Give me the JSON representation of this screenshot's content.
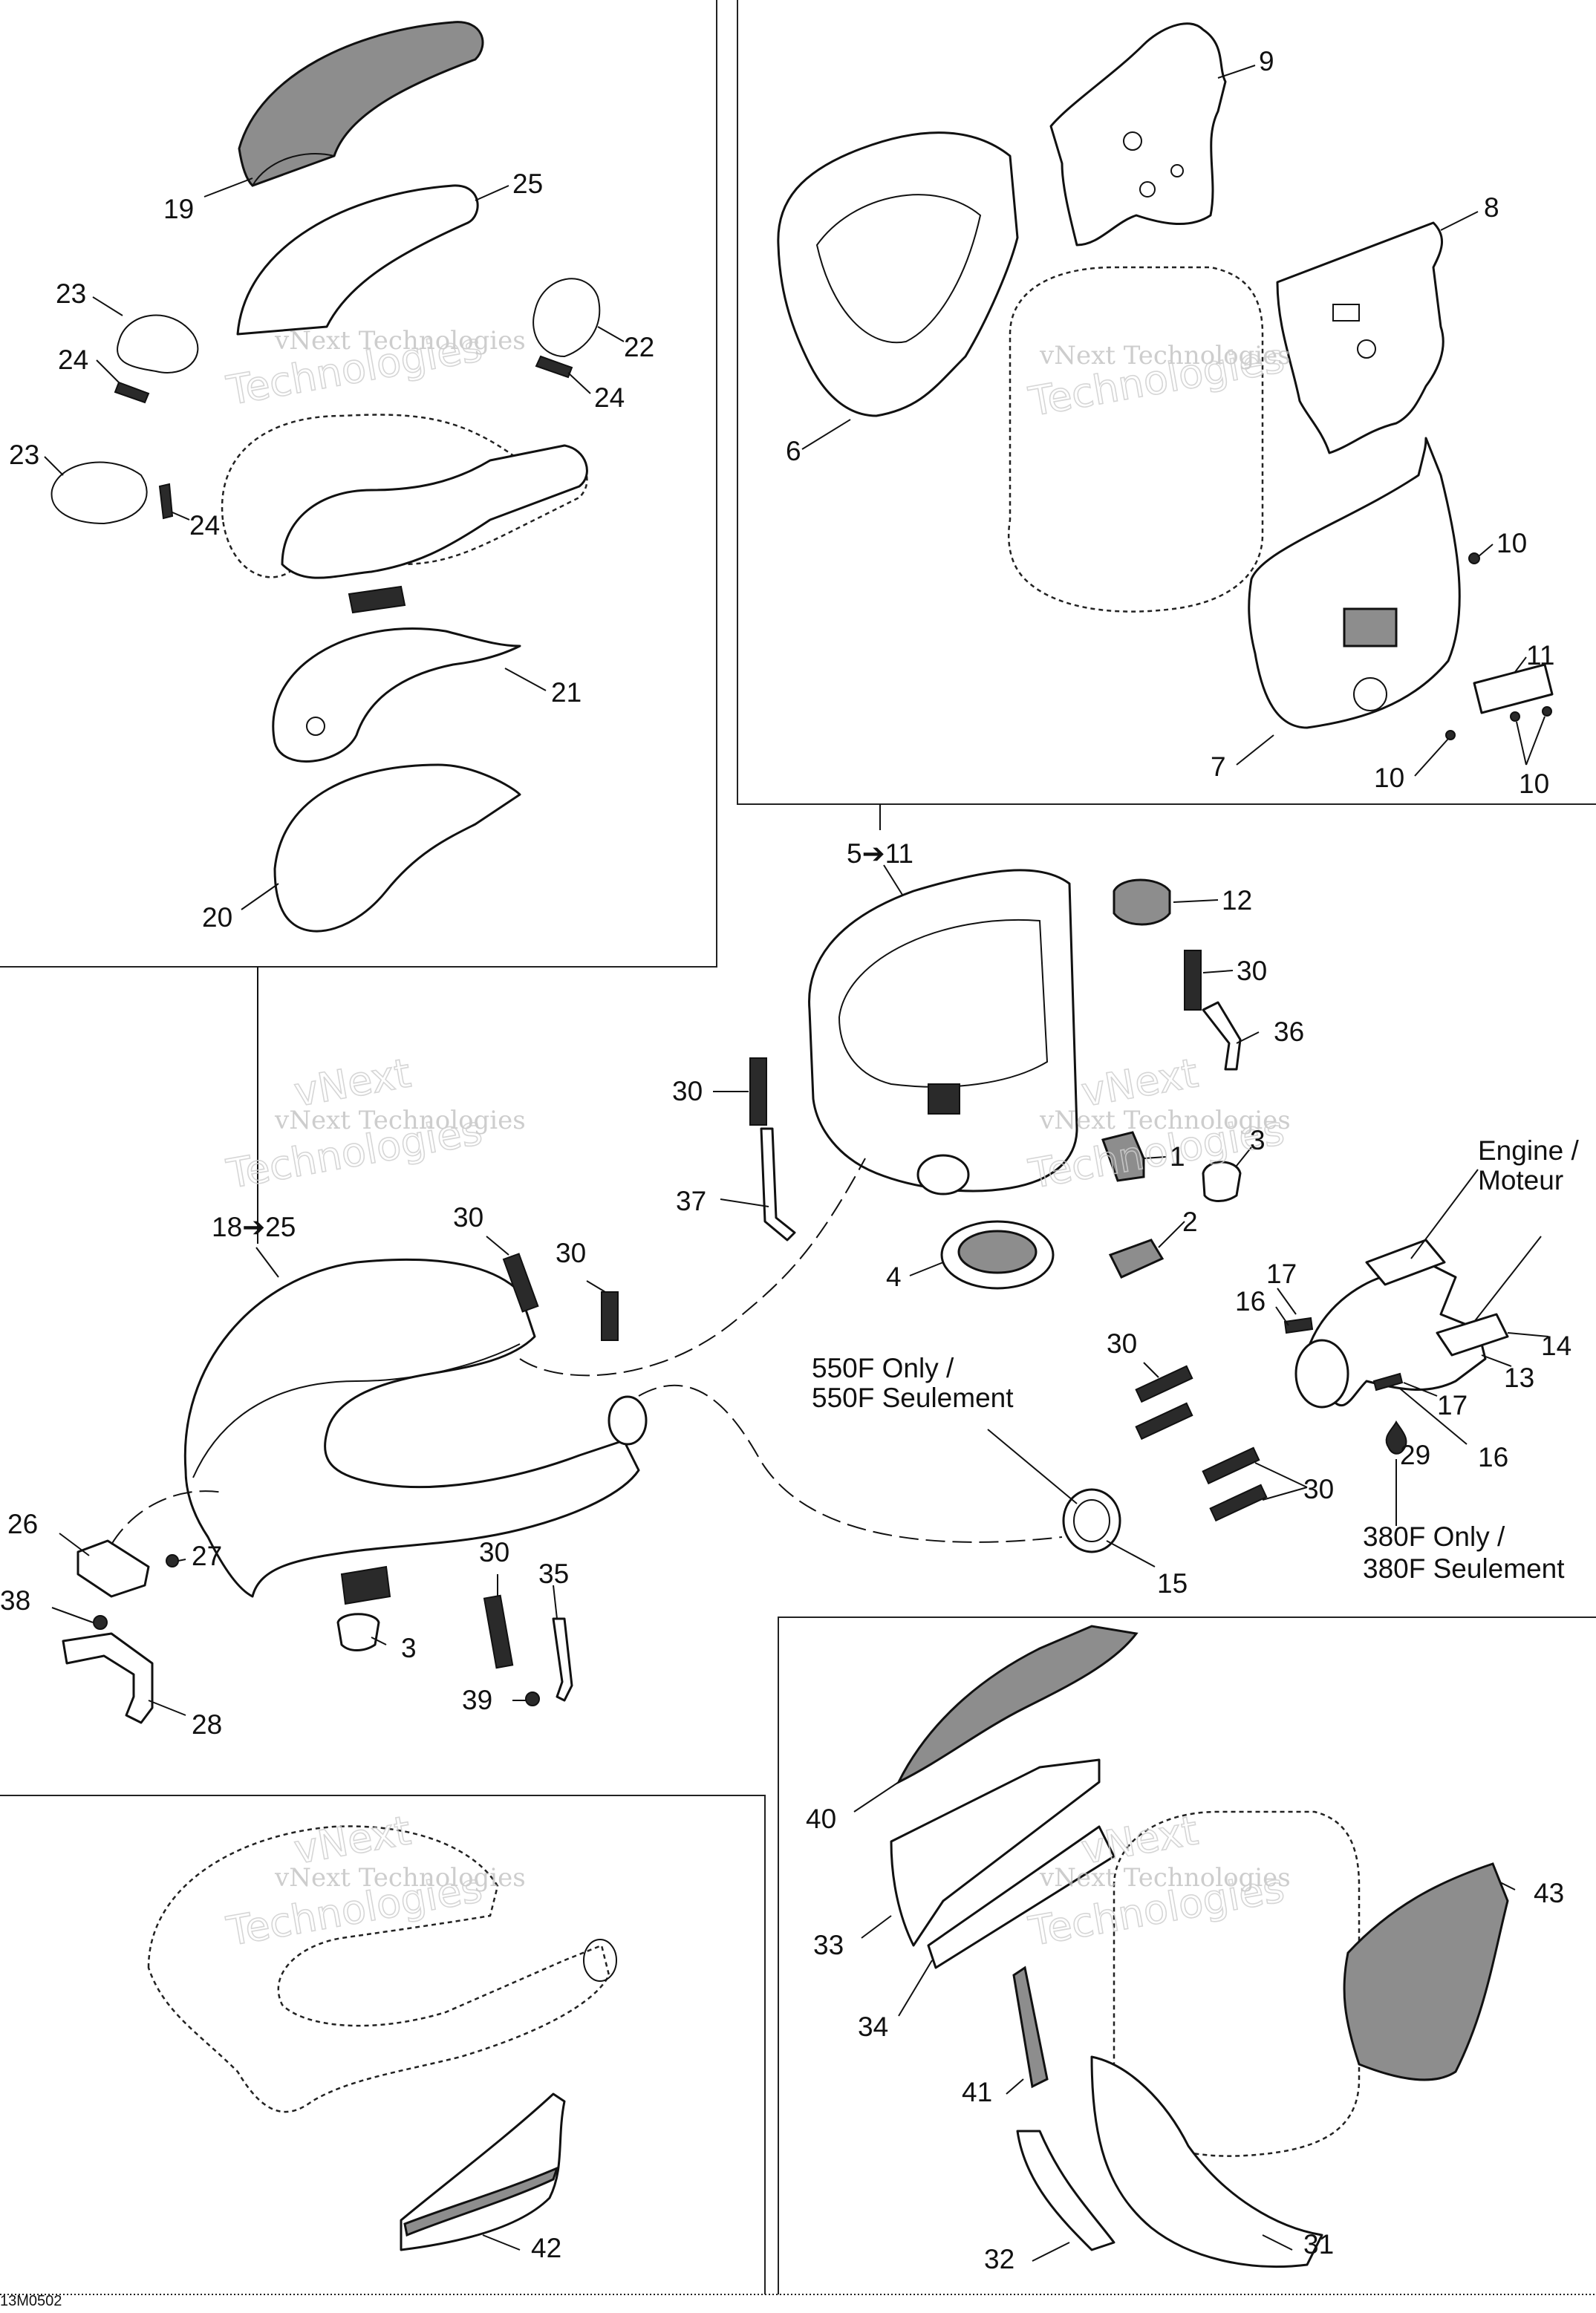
{
  "callouts": {
    "c1": "1",
    "c2": "2",
    "c3a": "3",
    "c3b": "3",
    "c4": "4",
    "c5_11": "5➔11",
    "c6": "6",
    "c7": "7",
    "c8": "8",
    "c9": "9",
    "c10a": "10",
    "c10b": "10",
    "c10c": "10",
    "c11": "11",
    "c12": "12",
    "c13": "13",
    "c14": "14",
    "c15": "15",
    "c16a": "16",
    "c16b": "16",
    "c17a": "17",
    "c17b": "17",
    "c18_25": "18➔25",
    "c19": "19",
    "c20": "20",
    "c21": "21",
    "c22": "22",
    "c23a": "23",
    "c23b": "23",
    "c24a": "24",
    "c24b": "24",
    "c24c": "24",
    "c25": "25",
    "c26": "26",
    "c27": "27",
    "c28": "28",
    "c29": "29",
    "c30a": "30",
    "c30b": "30",
    "c30c": "30",
    "c30d": "30",
    "c30e": "30",
    "c30f": "30",
    "c30g": "30",
    "c31": "31",
    "c32": "32",
    "c33": "33",
    "c34": "34",
    "c35": "35",
    "c36": "36",
    "c37": "37",
    "c38": "38",
    "c39": "39",
    "c40": "40",
    "c41": "41",
    "c42": "42",
    "c43": "43"
  },
  "notes": {
    "engine_line1": "Engine /",
    "engine_line2": "Moteur",
    "only550_line1": "550F Only /",
    "only550_line2": "550F Seulement",
    "only380_line1": "380F Only /",
    "only380_line2": "380F Seulement"
  },
  "watermark": {
    "line1": "vNext Technologies",
    "line2": "Technologies",
    "line3": "vNext"
  },
  "footer": {
    "code": "13M0502"
  }
}
